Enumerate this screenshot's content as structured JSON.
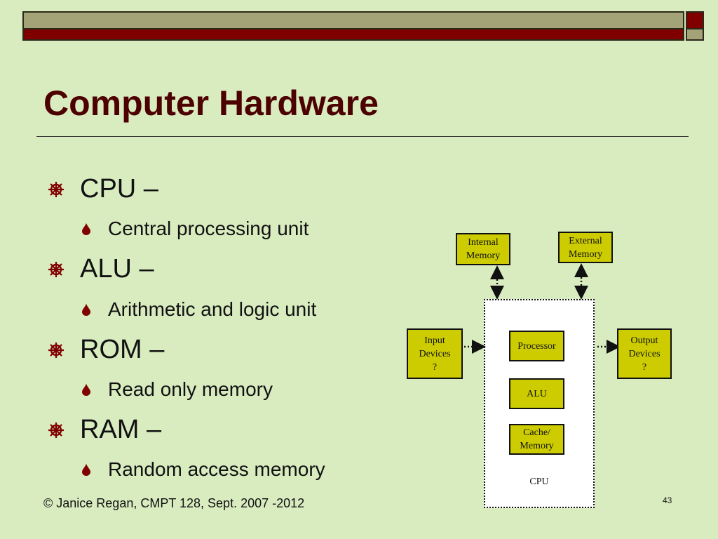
{
  "slide": {
    "title": "Computer Hardware",
    "footer": "© Janice Regan, CMPT 128, Sept. 2007 -2012",
    "page_number": "43",
    "bullets": [
      {
        "term": "CPU –",
        "definition": "Central processing unit"
      },
      {
        "term": "ALU –",
        "definition": "Arithmetic and logic unit"
      },
      {
        "term": "ROM –",
        "definition": "Read only memory"
      },
      {
        "term": "RAM –",
        "definition": "Random access memory"
      }
    ]
  },
  "diagram": {
    "internal_memory": "Internal\nMemory",
    "external_memory": "External\nMemory",
    "input_devices": "Input\nDevices\n?",
    "output_devices": "Output\nDevices\n?",
    "processor": "Processor",
    "alu": "ALU",
    "cache": "Cache/\nMemory",
    "cpu": "CPU"
  },
  "colors": {
    "background": "#d9ecc0",
    "title": "#4d0000",
    "accent_red": "#800000",
    "accent_olive": "#a3a377",
    "box_fill": "#cccc00"
  }
}
